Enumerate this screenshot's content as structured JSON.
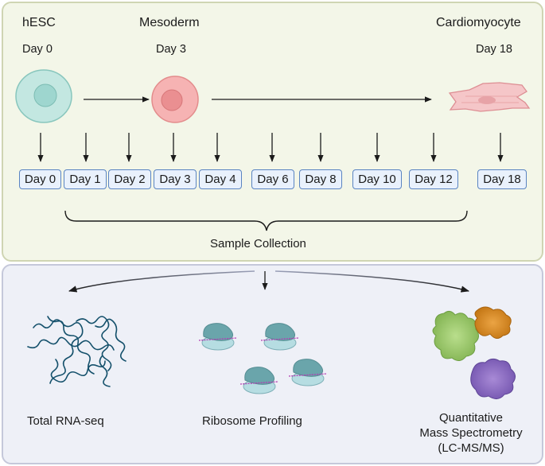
{
  "top": {
    "stages": [
      {
        "name": "hESC",
        "day": "Day 0"
      },
      {
        "name": "Mesoderm",
        "day": "Day 3"
      },
      {
        "name": "Cardiomyocyte",
        "day": "Day 18"
      }
    ],
    "timepoints": [
      "Day 0",
      "Day 1",
      "Day 2",
      "Day 3",
      "Day 4",
      "Day 6",
      "Day 8",
      "Day 10",
      "Day 12",
      "Day 18"
    ],
    "collection_label": "Sample Collection"
  },
  "bottom": {
    "methods": [
      {
        "label": "Total RNA-seq"
      },
      {
        "label": "Ribosome Profiling"
      },
      {
        "label_line1": "Quantitative",
        "label_line2": "Mass Spectrometry",
        "label_line3": "(LC-MS/MS)"
      }
    ]
  },
  "colors": {
    "top_panel": "#f3f6e8",
    "bottom_panel": "#eef0f7",
    "hesc_cell": "#c3e7e1",
    "mesoderm_cell": "#f6b3b3",
    "cardiomyocyte": "#f5c6c8",
    "box_border": "#5a84c2",
    "rna": "#14506b",
    "ribosome": "#7fb9be",
    "protein_green": "#9bc96a",
    "protein_orange": "#d98a1f",
    "protein_purple": "#8c6bc2"
  }
}
